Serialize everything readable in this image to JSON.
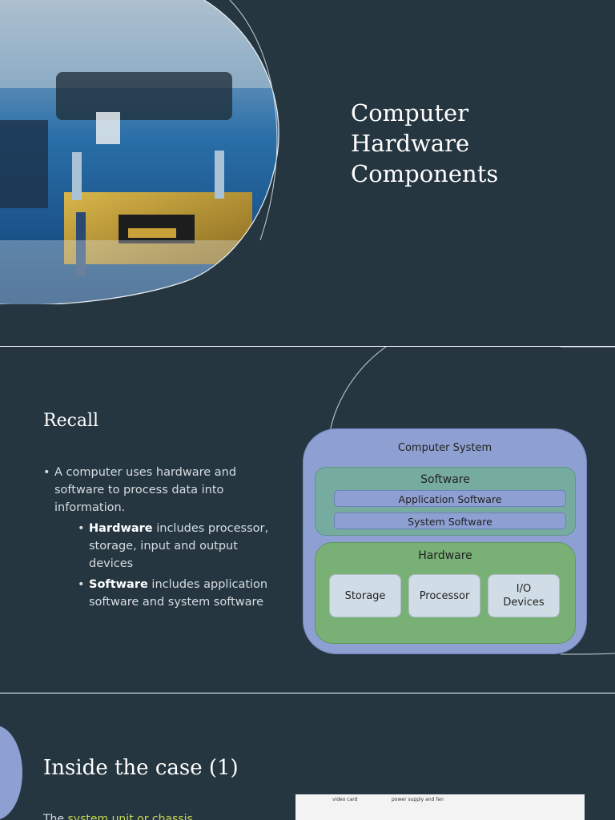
{
  "slide1": {
    "title_lines": [
      "Computer",
      "Hardware",
      "Components"
    ],
    "image_icon": "circuit-board-photo"
  },
  "slide2": {
    "heading": "Recall",
    "bullet_main": "A computer uses hardware and software to process data into information.",
    "sub_bullets": [
      {
        "bold": "Hardware",
        "rest": " includes processor, storage, input and output devices"
      },
      {
        "bold": "Software",
        "rest": " includes application software and system software"
      }
    ],
    "diagram": {
      "outer_label": "Computer System",
      "software_label": "Software",
      "software_items": [
        "Application Software",
        "System Software"
      ],
      "hardware_label": "Hardware",
      "hardware_items": [
        "Storage",
        "Processor",
        "I/O Devices"
      ]
    }
  },
  "slide3": {
    "heading": "Inside the case (1)",
    "photo_labels": [
      "video card",
      "power supply and fan"
    ],
    "text_start": "The ",
    "text_highlight": "system unit or chassis"
  }
}
